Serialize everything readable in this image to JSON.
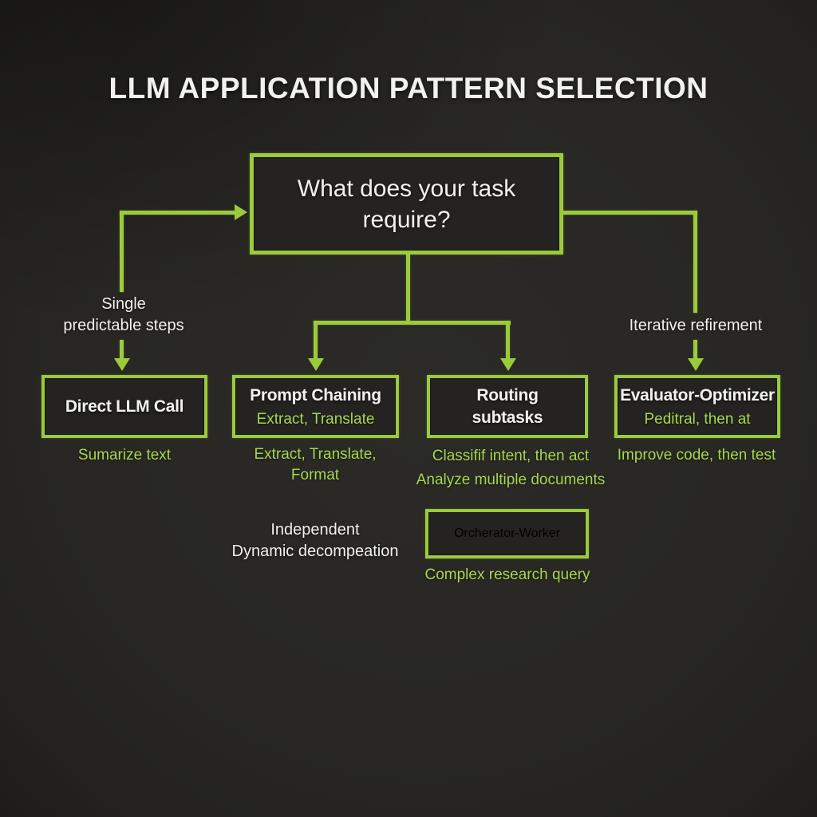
{
  "title": "LLM APPLICATION PATTERN SELECTION",
  "decision": {
    "question": "What does your task require?"
  },
  "labels": {
    "left": "Single\npredictable steps",
    "right": "Iterative refirement",
    "orchestrator": "Independent\nDynamic decompeation"
  },
  "nodes": [
    {
      "title": "Direct LLM Call",
      "caption": "Sumarize text"
    },
    {
      "title": "Prompt Chaining",
      "subtitle": "Extract, Translate",
      "caption": "Extract, Translate,\nFormat"
    },
    {
      "title": "Routing\nsubtasks",
      "caption": "Classifif intent, then act",
      "caption2": "Analyze multiple documents"
    },
    {
      "title": "Evaluator-Optimizer",
      "subtitle": "Peditral, then at",
      "caption": "Improve code, then test"
    }
  ],
  "orchestrator_node": {
    "title": "Orcherator-Worker",
    "caption": "Complex research query"
  },
  "colors": {
    "accent_green": "#9bcb3c",
    "green_text": "#a9d84e",
    "text_white": "#f1f1ef",
    "background": "#282724",
    "node_fill": "#242321"
  }
}
